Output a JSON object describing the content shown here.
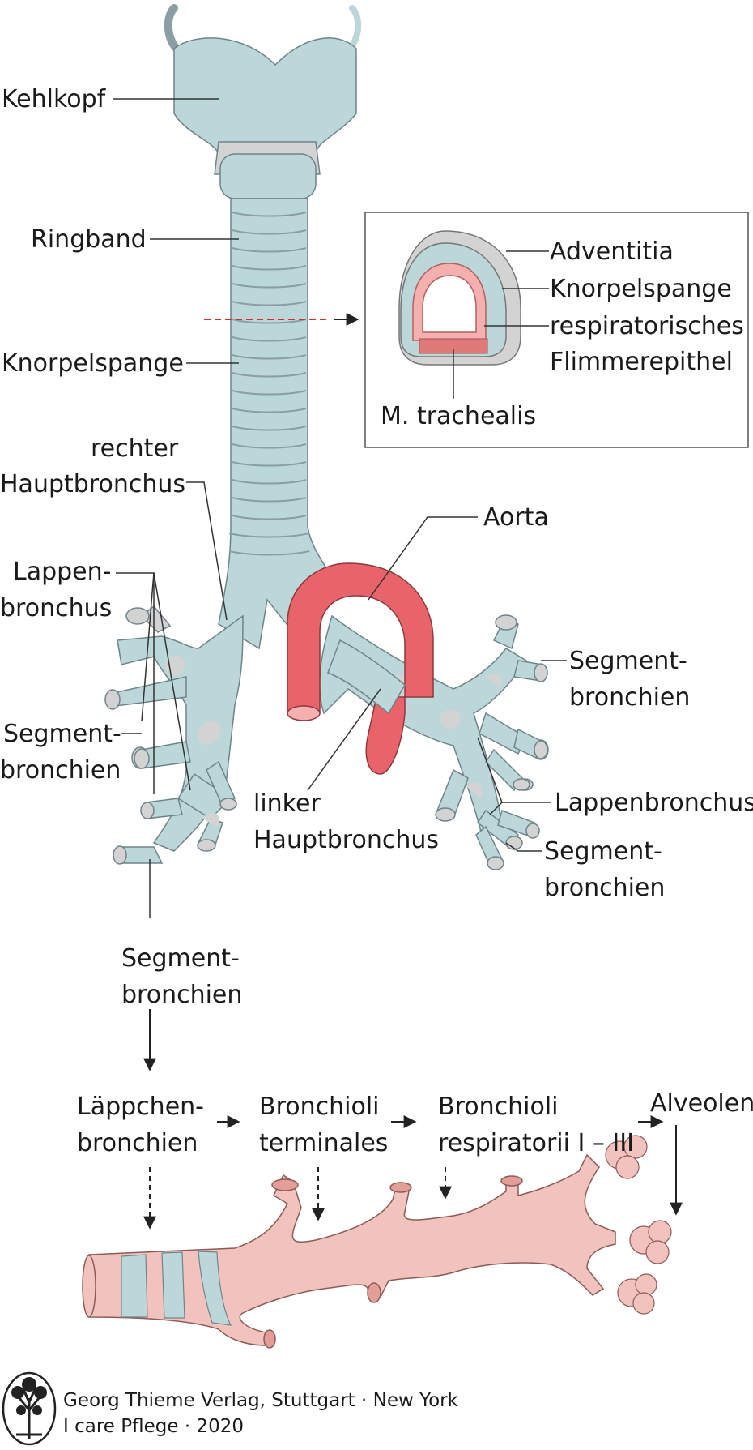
{
  "labels": {
    "kehlkopf": "Kehlkopf",
    "ringband": "Ringband",
    "knorpelspange": "Knorpelspange",
    "rechter_1": "rechter",
    "rechter_2": "Hauptbronchus",
    "lappen_r_1": "Lappen-",
    "lappen_r_2": "bronchus",
    "segment_r_1": "Segment-",
    "segment_r_2": "bronchien",
    "segment_bottom_1": "Segment-",
    "segment_bottom_2": "bronchien",
    "aorta": "Aorta",
    "linker_1": "linker",
    "linker_2": "Hauptbronchus",
    "segment_l_top_1": "Segment-",
    "segment_l_top_2": "bronchien",
    "lappen_l": "Lappenbronchus",
    "segment_l_bot_1": "Segment-",
    "segment_l_bot_2": "bronchien"
  },
  "inset": {
    "adventitia": "Adventitia",
    "knorpelspange": "Knorpelspange",
    "resp_1": "respiratorisches",
    "resp_2": "Flimmerepithel",
    "trachealis": "M. trachealis"
  },
  "sequence": {
    "step1_1": "Läppchen-",
    "step1_2": "bronchien",
    "step2_1": "Bronchioli",
    "step2_2": "terminales",
    "step3_1": "Bronchioli",
    "step3_2": "respiratorii I – III",
    "step4": "Alveolen"
  },
  "footer": {
    "publisher": "Georg Thieme Verlag, Stuttgart · New York",
    "book": "I care Pflege · 2020"
  },
  "colors": {
    "cartilage": "#bcd7da",
    "membrane": "#d3d3d3",
    "aorta": "#e8646a",
    "bronchiole": "#f2c2bc",
    "inset_border": "#555555"
  }
}
